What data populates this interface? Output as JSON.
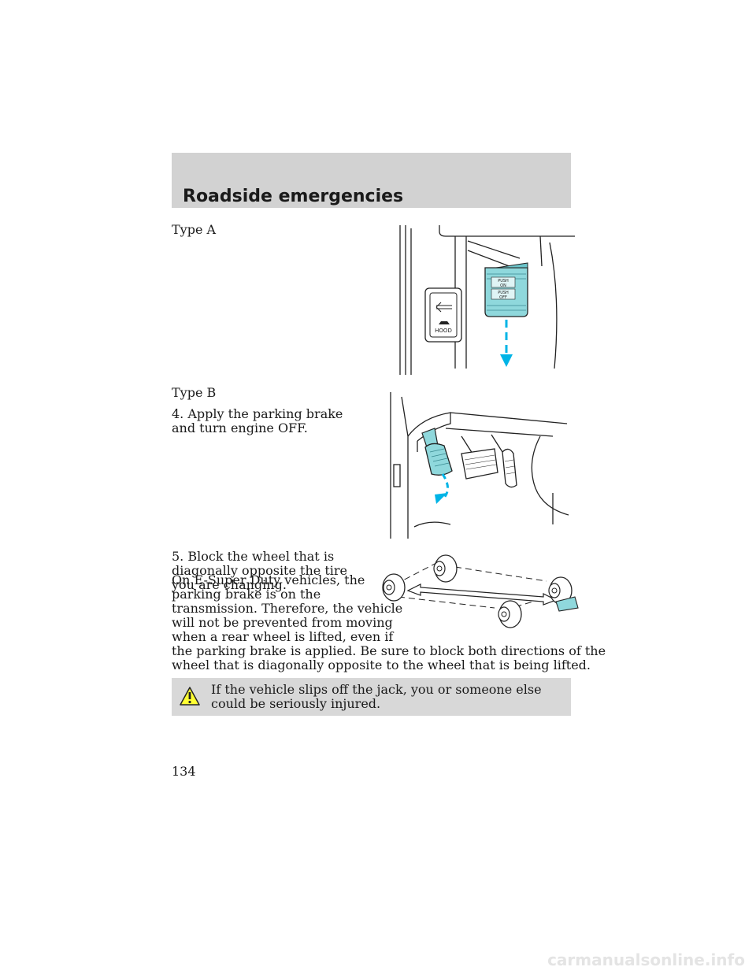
{
  "header": {
    "title": "Roadside emergencies"
  },
  "type_a": {
    "label": "Type A"
  },
  "type_b": {
    "label": "Type B"
  },
  "figure_a": {
    "push_on": "PUSH ON",
    "push_off": "PUSH OFF",
    "hood": "HOOD",
    "arrow_color": "#00b4e6",
    "pedal_color": "#8fd8dc"
  },
  "step4": {
    "text": "4. Apply the parking brake and turn engine OFF."
  },
  "step5": {
    "text": "5. Block the wheel that is diagonally opposite the tire you are changing."
  },
  "note": {
    "lines": [
      "On E-Super Duty vehicles, the",
      "parking brake is on the",
      "transmission. Therefore, the vehicle",
      "will not be prevented from moving",
      "when a rear wheel is lifted, even if",
      "the parking brake is applied. Be sure to block both directions of the",
      "wheel that is diagonally opposite to the wheel that is being lifted."
    ]
  },
  "warning": {
    "text": "If the vehicle slips off the jack, you or someone else could be seriously injured."
  },
  "page_number": "134",
  "watermark": "carmanualsonline.info"
}
